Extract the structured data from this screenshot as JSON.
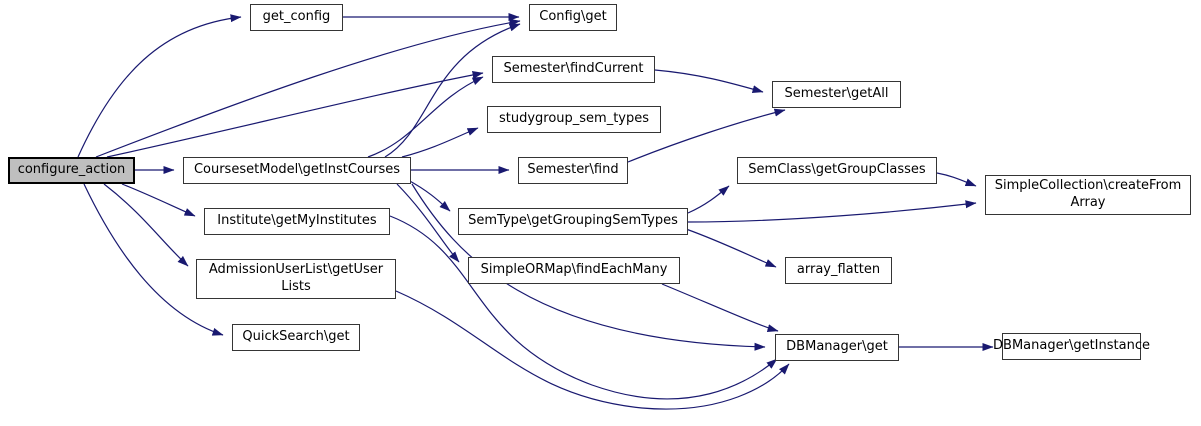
{
  "diagram": {
    "type": "call-graph",
    "background_color": "#ffffff",
    "edge_color": "#191970",
    "node_fill_color": "#ffffff",
    "node_border_color": "#353535",
    "highlighted_node_fill_color": "#bfbfbf"
  },
  "nodes": {
    "configure_action": {
      "label": "configure_action",
      "highlighted": true
    },
    "get_config": {
      "label": "get_config",
      "highlighted": false
    },
    "config_get": {
      "label": "Config\\get",
      "highlighted": false
    },
    "semester_find_current": {
      "label": "Semester\\findCurrent",
      "highlighted": false
    },
    "studygroup_sem_types": {
      "label": "studygroup_sem_types",
      "highlighted": false
    },
    "courseset_model_get_inst_courses": {
      "label": "CoursesetModel\\getInstCourses",
      "highlighted": false
    },
    "semester_find": {
      "label": "Semester\\find",
      "highlighted": false
    },
    "semester_get_all": {
      "label": "Semester\\getAll",
      "highlighted": false
    },
    "institute_get_my_institutes": {
      "label": "Institute\\getMyInstitutes",
      "highlighted": false
    },
    "admission_user_list_get_user_lists": {
      "label": "AdmissionUserList\\getUser\nLists",
      "highlighted": false
    },
    "quick_search_get": {
      "label": "QuickSearch\\get",
      "highlighted": false
    },
    "sem_type_get_grouping_sem_types": {
      "label": "SemType\\getGroupingSemTypes",
      "highlighted": false
    },
    "simple_ormap_find_each_many": {
      "label": "SimpleORMap\\findEachMany",
      "highlighted": false
    },
    "sem_class_get_group_classes": {
      "label": "SemClass\\getGroupClasses",
      "highlighted": false
    },
    "simple_collection_create_from_array": {
      "label": "SimpleCollection\\createFrom\nArray",
      "highlighted": false
    },
    "array_flatten": {
      "label": "array_flatten",
      "highlighted": false
    },
    "db_manager_get": {
      "label": "DBManager\\get",
      "highlighted": false
    },
    "db_manager_get_instance": {
      "label": "DBManager\\getInstance",
      "highlighted": false
    }
  },
  "edges": [
    {
      "from": "configure_action",
      "to": "get_config"
    },
    {
      "from": "configure_action",
      "to": "config_get"
    },
    {
      "from": "configure_action",
      "to": "semester_find_current"
    },
    {
      "from": "configure_action",
      "to": "courseset_model_get_inst_courses"
    },
    {
      "from": "configure_action",
      "to": "institute_get_my_institutes"
    },
    {
      "from": "configure_action",
      "to": "admission_user_list_get_user_lists"
    },
    {
      "from": "configure_action",
      "to": "quick_search_get"
    },
    {
      "from": "get_config",
      "to": "config_get"
    },
    {
      "from": "courseset_model_get_inst_courses",
      "to": "config_get"
    },
    {
      "from": "courseset_model_get_inst_courses",
      "to": "semester_find_current"
    },
    {
      "from": "courseset_model_get_inst_courses",
      "to": "studygroup_sem_types"
    },
    {
      "from": "courseset_model_get_inst_courses",
      "to": "semester_find"
    },
    {
      "from": "courseset_model_get_inst_courses",
      "to": "sem_type_get_grouping_sem_types"
    },
    {
      "from": "courseset_model_get_inst_courses",
      "to": "simple_ormap_find_each_many"
    },
    {
      "from": "courseset_model_get_inst_courses",
      "to": "db_manager_get"
    },
    {
      "from": "semester_find_current",
      "to": "semester_get_all"
    },
    {
      "from": "semester_find",
      "to": "semester_get_all"
    },
    {
      "from": "sem_type_get_grouping_sem_types",
      "to": "sem_class_get_group_classes"
    },
    {
      "from": "sem_type_get_grouping_sem_types",
      "to": "simple_collection_create_from_array"
    },
    {
      "from": "sem_type_get_grouping_sem_types",
      "to": "array_flatten"
    },
    {
      "from": "sem_class_get_group_classes",
      "to": "simple_collection_create_from_array"
    },
    {
      "from": "simple_ormap_find_each_many",
      "to": "db_manager_get"
    },
    {
      "from": "institute_get_my_institutes",
      "to": "db_manager_get"
    },
    {
      "from": "admission_user_list_get_user_lists",
      "to": "db_manager_get"
    },
    {
      "from": "db_manager_get",
      "to": "db_manager_get_instance"
    }
  ]
}
